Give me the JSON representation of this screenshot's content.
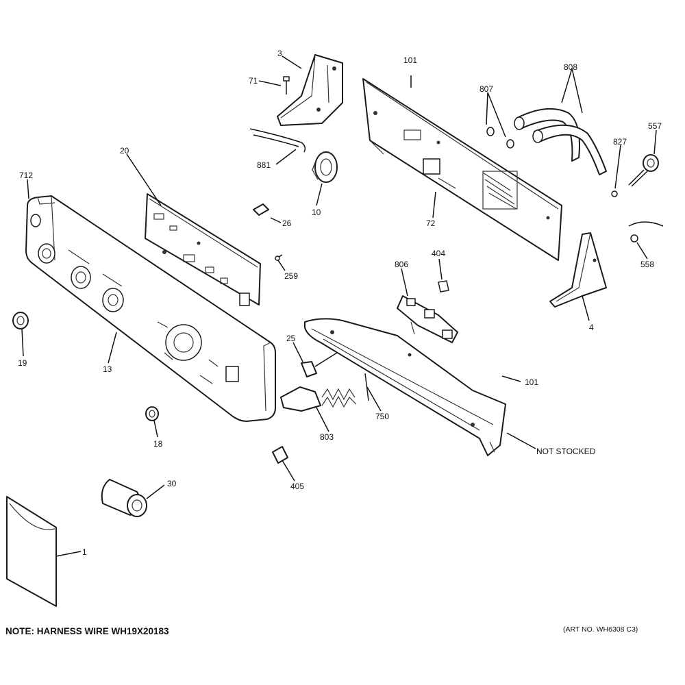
{
  "labels": {
    "c3": "3",
    "c71": "71",
    "c101a": "101",
    "c808": "808",
    "c807": "807",
    "c557": "557",
    "c827": "827",
    "c20": "20",
    "c881": "881",
    "c10": "10",
    "c26": "26",
    "c712": "712",
    "c72": "72",
    "c259": "259",
    "c806": "806",
    "c404": "404",
    "c558": "558",
    "c4": "4",
    "c19": "19",
    "c13": "13",
    "c25": "25",
    "c101b": "101",
    "c750": "750",
    "c803": "803",
    "c18": "18",
    "c405": "405",
    "c30": "30",
    "c1": "1",
    "not_stocked": "NOT STOCKED"
  },
  "footer": {
    "note": "NOTE: HARNESS WIRE WH19X20183",
    "art_no": "(ART NO. WH6308 C3)"
  }
}
